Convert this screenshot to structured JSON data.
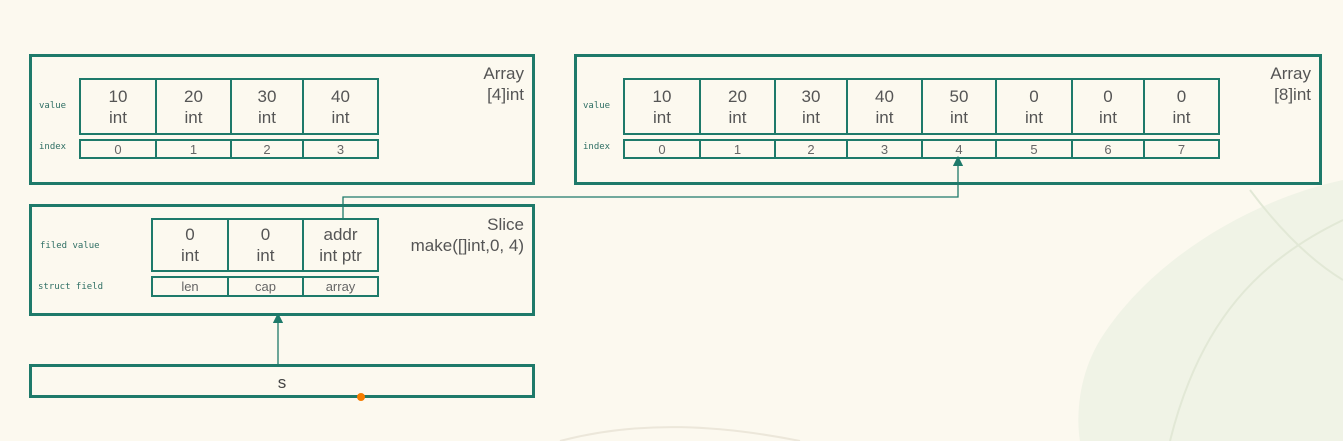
{
  "array4": {
    "title_line1": "Array",
    "title_line2": "[4]int",
    "value_label": "value",
    "index_label": "index",
    "values": [
      "10",
      "20",
      "30",
      "40"
    ],
    "types": [
      "int",
      "int",
      "int",
      "int"
    ],
    "indices": [
      "0",
      "1",
      "2",
      "3"
    ]
  },
  "array8": {
    "title_line1": "Array",
    "title_line2": "[8]int",
    "value_label": "value",
    "index_label": "index",
    "values": [
      "10",
      "20",
      "30",
      "40",
      "50",
      "0",
      "0",
      "0"
    ],
    "types": [
      "int",
      "int",
      "int",
      "int",
      "int",
      "int",
      "int",
      "int"
    ],
    "indices": [
      "0",
      "1",
      "2",
      "3",
      "4",
      "5",
      "6",
      "7"
    ]
  },
  "slice": {
    "title_line1": "Slice",
    "title_line2": "make([]int,0, 4)",
    "value_label": "filed value",
    "field_label": "struct field",
    "values": [
      "0",
      "0",
      "addr"
    ],
    "types": [
      "int",
      "int",
      "int ptr"
    ],
    "fields": [
      "len",
      "cap",
      "array"
    ]
  },
  "variable": {
    "name": "s"
  },
  "colors": {
    "border": "#1e7a6a",
    "background": "#fcf9ef",
    "dot": "#f57c00"
  }
}
